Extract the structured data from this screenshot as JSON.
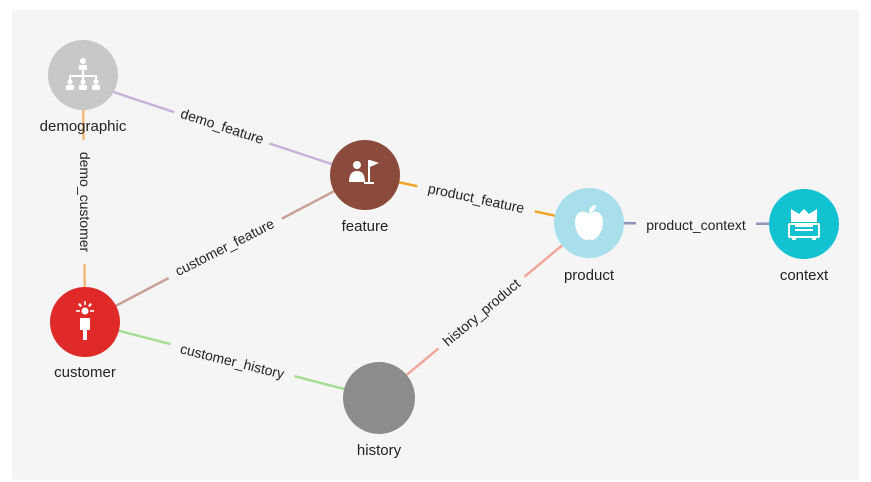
{
  "graph": {
    "nodes": [
      {
        "id": "demographic",
        "label": "demographic",
        "color": "#c8c8c8",
        "icon": "org-chart-icon"
      },
      {
        "id": "feature",
        "label": "feature",
        "color": "#8a4a3c",
        "icon": "person-flag-icon"
      },
      {
        "id": "product",
        "label": "product",
        "color": "#a8dfea",
        "icon": "apple-icon"
      },
      {
        "id": "context",
        "label": "context",
        "color": "#12c2d0",
        "icon": "document-tray-icon"
      },
      {
        "id": "customer",
        "label": "customer",
        "color": "#e02a2a",
        "icon": "idea-person-icon"
      },
      {
        "id": "history",
        "label": "history",
        "color": "#8c8c8c",
        "icon": ""
      }
    ],
    "edges": [
      {
        "label": "demo_feature",
        "from": "demographic",
        "to": "feature",
        "color": "#c9b3db"
      },
      {
        "label": "demo_customer",
        "from": "demographic",
        "to": "customer",
        "color": "#f4b97a"
      },
      {
        "label": "customer_feature",
        "from": "customer",
        "to": "feature",
        "color": "#c8a096"
      },
      {
        "label": "product_feature",
        "from": "feature",
        "to": "product",
        "color": "#f0a62a"
      },
      {
        "label": "product_context",
        "from": "product",
        "to": "context",
        "color": "#8f93b8"
      },
      {
        "label": "customer_history",
        "from": "customer",
        "to": "history",
        "color": "#a6dd95"
      },
      {
        "label": "history_product",
        "from": "history",
        "to": "product",
        "color": "#f2a79b"
      }
    ]
  }
}
